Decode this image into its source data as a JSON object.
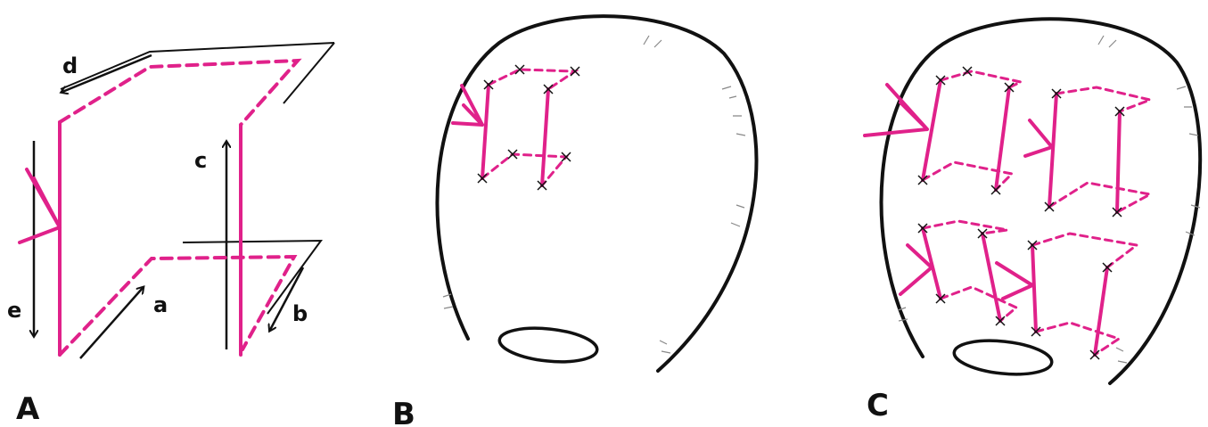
{
  "panels": [
    {
      "id": "A",
      "label": "A"
    },
    {
      "id": "B",
      "label": "B"
    },
    {
      "id": "C",
      "label": "C"
    }
  ],
  "arrows": {
    "a": "a",
    "b": "b",
    "c": "c",
    "d": "d",
    "e": "e"
  },
  "colors": {
    "suture": "#e0218a",
    "outline": "#111111"
  }
}
